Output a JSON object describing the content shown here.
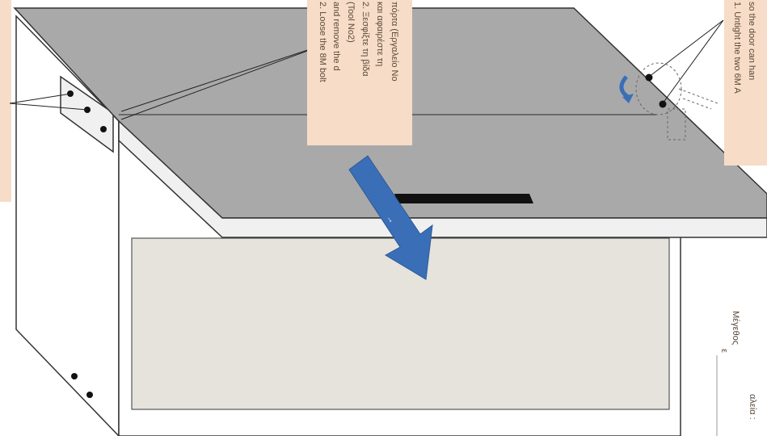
{
  "callouts": {
    "left": "",
    "middle": {
      "line1": "2. Loose the 8M bolt",
      "line2": "and remove the d",
      "line3": "(Tool No2)",
      "line4": "2. Ξεσφίξτε τη βίδα",
      "line5": "και αφαιρέστε τη",
      "line6": "πόρτα (Εργαλείο Νο"
    },
    "right": {
      "line1": "1. Untight the two 6M A",
      "line2": "so the door can han"
    }
  },
  "arrow": {
    "label": "→"
  },
  "bottom_labels": {
    "size": "Μέγεθος",
    "size_sub": "ε",
    "table_left": "αλεία :"
  },
  "colors": {
    "callout_bg": "#f7dcc7",
    "door_top": "#a9a9a9",
    "door_edge": "#f0f0f0",
    "cabinet_front": "#e5e3dc",
    "arrow_blue": "#3a6fb7"
  }
}
